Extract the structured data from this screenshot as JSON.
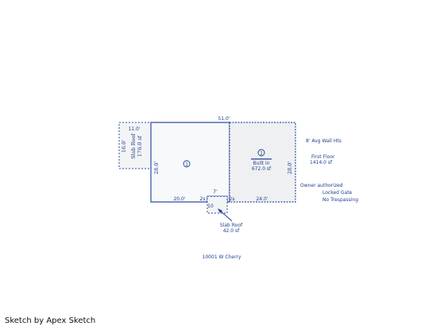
{
  "colors": {
    "line": "#2b4f9e",
    "text": "#1f3f8f",
    "fill_main": "#f8f9fb",
    "fill_addition": "#eff0f2"
  },
  "icons": [
    "circled-1-marker",
    "leader-arrow"
  ],
  "main_area": {
    "marker": "1",
    "dim_top": "51.0'",
    "dim_bottom": "20.0'",
    "dim_left": "28.0'",
    "dim_notch_left": "2s",
    "dim_notch_right": "2s",
    "dim_notch_top": "7'"
  },
  "addition": {
    "marker": "1",
    "label_line1": "Built in",
    "label_line2": "672.0 sf",
    "dim_bottom": "24.0'",
    "dim_right": "28.0'"
  },
  "slab_bump": {
    "dim_top": "11.0'",
    "dim_side": "16.0'",
    "label_line1": "Slab Roof",
    "label_line2": "176.0 sf"
  },
  "slab_roof_small": {
    "dim": "10",
    "label_line1": "Slab Roof",
    "label_line2": "42.0 sf"
  },
  "notes": {
    "wall_height": "8' Avg Wall Hts",
    "floor_line1": "First Floor",
    "floor_line2": "1414.0 sf",
    "owner_line1": "Owner authorized",
    "owner_line2": "Locked Gate",
    "owner_line3": "No Trespassing"
  },
  "address": "10001 W Cherry",
  "footer": "Sketch by Apex Sketch"
}
